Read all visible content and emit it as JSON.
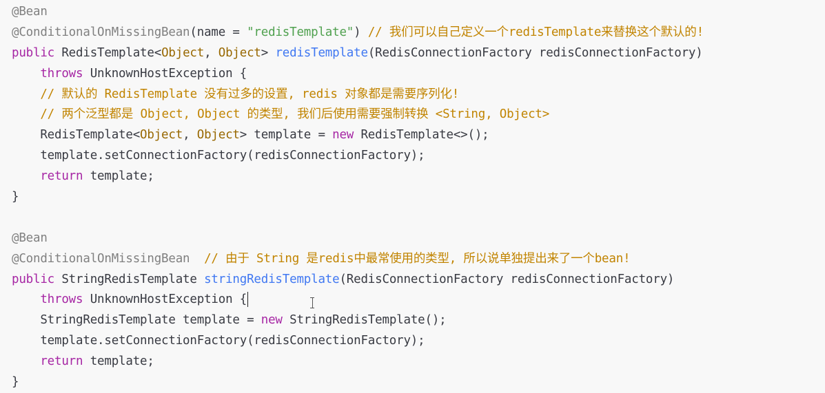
{
  "editor": {
    "colors": {
      "background": "#f8f8f8",
      "text": "#383a42",
      "annotation": "#808080",
      "keyword": "#a626a4",
      "string": "#50a14f",
      "type_arg": "#986801",
      "method": "#4078f2",
      "comment": "#c18401"
    },
    "lines": [
      [
        {
          "c": "annotation",
          "t": "@Bean"
        }
      ],
      [
        {
          "c": "annotation",
          "t": "@ConditionalOnMissingBean"
        },
        {
          "c": "plain",
          "t": "(name = "
        },
        {
          "c": "string",
          "t": "\"redisTemplate\""
        },
        {
          "c": "plain",
          "t": ") "
        },
        {
          "c": "comment",
          "t": "// 我们可以自己定义一个redisTemplate来替换这个默认的!"
        }
      ],
      [
        {
          "c": "keyword",
          "t": "public"
        },
        {
          "c": "plain",
          "t": " RedisTemplate<"
        },
        {
          "c": "type-arg",
          "t": "Object"
        },
        {
          "c": "plain",
          "t": ", "
        },
        {
          "c": "type-arg",
          "t": "Object"
        },
        {
          "c": "plain",
          "t": "> "
        },
        {
          "c": "method",
          "t": "redisTemplate"
        },
        {
          "c": "plain",
          "t": "(RedisConnectionFactory redisConnectionFactory)"
        }
      ],
      [
        {
          "c": "plain",
          "t": "    "
        },
        {
          "c": "keyword",
          "t": "throws"
        },
        {
          "c": "plain",
          "t": " UnknownHostException {"
        }
      ],
      [
        {
          "c": "plain",
          "t": "    "
        },
        {
          "c": "comment",
          "t": "// 默认的 RedisTemplate 没有过多的设置, redis 对象都是需要序列化!"
        }
      ],
      [
        {
          "c": "plain",
          "t": "    "
        },
        {
          "c": "comment",
          "t": "// 两个泛型都是 Object, Object 的类型, 我们后使用需要强制转换 <String, Object>"
        }
      ],
      [
        {
          "c": "plain",
          "t": "    RedisTemplate<"
        },
        {
          "c": "type-arg",
          "t": "Object"
        },
        {
          "c": "plain",
          "t": ", "
        },
        {
          "c": "type-arg",
          "t": "Object"
        },
        {
          "c": "plain",
          "t": "> template = "
        },
        {
          "c": "keyword",
          "t": "new"
        },
        {
          "c": "plain",
          "t": " RedisTemplate<>();"
        }
      ],
      [
        {
          "c": "plain",
          "t": "    template.setConnectionFactory(redisConnectionFactory);"
        }
      ],
      [
        {
          "c": "plain",
          "t": "    "
        },
        {
          "c": "keyword",
          "t": "return"
        },
        {
          "c": "plain",
          "t": " template;"
        }
      ],
      [
        {
          "c": "plain",
          "t": "}"
        }
      ],
      [],
      [
        {
          "c": "annotation",
          "t": "@Bean"
        }
      ],
      [
        {
          "c": "annotation",
          "t": "@ConditionalOnMissingBean"
        },
        {
          "c": "plain",
          "t": "  "
        },
        {
          "c": "comment",
          "t": "// 由于 String 是redis中最常使用的类型, 所以说单独提出来了一个bean!"
        }
      ],
      [
        {
          "c": "keyword",
          "t": "public"
        },
        {
          "c": "plain",
          "t": " StringRedisTemplate "
        },
        {
          "c": "method",
          "t": "stringRedisTemplate"
        },
        {
          "c": "plain",
          "t": "(RedisConnectionFactory redisConnectionFactory)"
        }
      ],
      [
        {
          "c": "plain",
          "t": "    "
        },
        {
          "c": "keyword",
          "t": "throws"
        },
        {
          "c": "plain",
          "t": " UnknownHostException {"
        },
        {
          "c": "caret",
          "t": ""
        }
      ],
      [
        {
          "c": "plain",
          "t": "    StringRedisTemplate template = "
        },
        {
          "c": "keyword",
          "t": "new"
        },
        {
          "c": "plain",
          "t": " StringRedisTemplate();"
        }
      ],
      [
        {
          "c": "plain",
          "t": "    template.setConnectionFactory(redisConnectionFactory);"
        }
      ],
      [
        {
          "c": "plain",
          "t": "    "
        },
        {
          "c": "keyword",
          "t": "return"
        },
        {
          "c": "plain",
          "t": " template;"
        }
      ],
      [
        {
          "c": "plain",
          "t": "}"
        }
      ]
    ]
  }
}
